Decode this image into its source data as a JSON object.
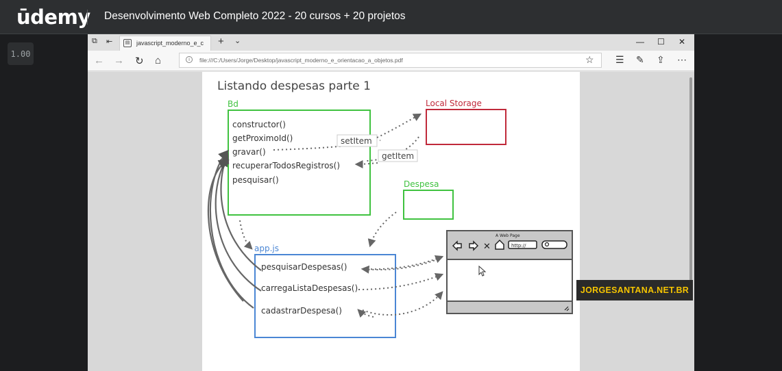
{
  "app": {
    "logo_text": "ūdemy",
    "course_title": "Desenvolvimento Web Completo 2022 - 20 cursos + 20 projetos",
    "playback_speed": "1.00"
  },
  "browser": {
    "tab_title": "javascript_moderno_e_c",
    "tab_icon": "pdf-icon",
    "url": "file:///C:/Users/Jorge/Desktop/javascript_moderno_e_orientacao_a_objetos.pdf"
  },
  "slide": {
    "title": "Listando despesas parte 1",
    "bd": {
      "label": "Bd",
      "methods": [
        "constructor()",
        "getProximoId()",
        "gravar()",
        "recuperarTodosRegistros()",
        "pesquisar()"
      ]
    },
    "local_storage": {
      "label": "Local Storage"
    },
    "set_item": "setItem",
    "get_item": "getItem",
    "despesa": {
      "label": "Despesa"
    },
    "app_js": {
      "label": "app.js",
      "methods": [
        "pesquisarDespesas()",
        "carregaListaDespesas()",
        "cadastrarDespesa()"
      ]
    },
    "web_page": {
      "title": "A Web Page",
      "address": "http://"
    }
  },
  "watermark": "JORGESANTANA.NET.BR",
  "colors": {
    "bd_green": "#3fc23f",
    "local_storage_red": "#c0293a",
    "app_blue": "#4a86d4",
    "watermark_yellow": "#f5c400"
  }
}
